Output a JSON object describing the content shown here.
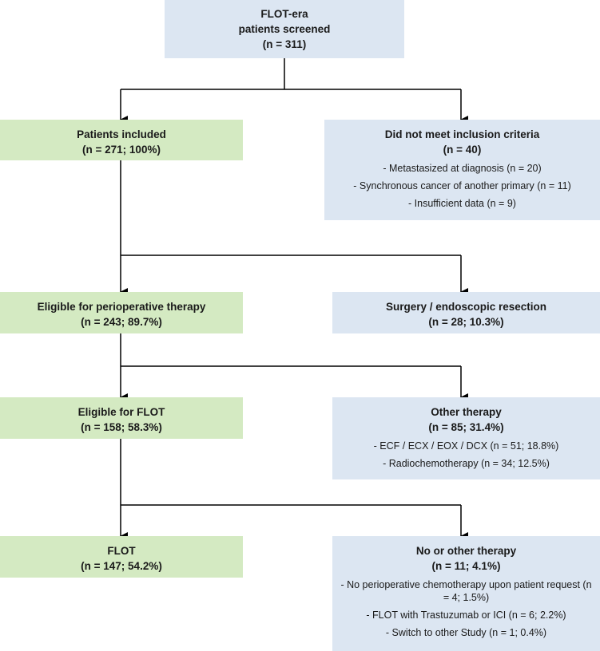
{
  "screened": {
    "title_line1": "FLOT-era",
    "title_line2": "patients screened",
    "count": "(n = 311)"
  },
  "included": {
    "title": "Patients included",
    "count": "(n = 271; 100%)"
  },
  "excluded": {
    "title": "Did not meet inclusion criteria",
    "count": "(n = 40)",
    "items": [
      "- Metastasized at diagnosis (n = 20)",
      "- Synchronous cancer of another primary (n = 11)",
      "- Insufficient data (n = 9)"
    ]
  },
  "periop": {
    "title": "Eligible for perioperative therapy",
    "count": "(n = 243; 89.7%)"
  },
  "surgery": {
    "title": "Surgery / endoscopic resection",
    "count": "(n = 28; 10.3%)"
  },
  "flot_eligible": {
    "title": "Eligible for FLOT",
    "count": "(n = 158; 58.3%)"
  },
  "other_therapy": {
    "title": "Other therapy",
    "count": "(n = 85; 31.4%)",
    "items": [
      "- ECF / ECX / EOX / DCX (n = 51; 18.8%)",
      "- Radiochemotherapy (n = 34; 12.5%)"
    ]
  },
  "flot": {
    "title": "FLOT",
    "count": "(n = 147; 54.2%)"
  },
  "no_other": {
    "title": "No or other therapy",
    "count": "(n = 11; 4.1%)",
    "items": [
      "- No perioperative chemotherapy upon patient request (n = 4; 1.5%)",
      "- FLOT with Trastuzumab or ICI (n = 6; 2.2%)",
      "- Switch to other Study (n = 1; 0.4%)"
    ]
  }
}
